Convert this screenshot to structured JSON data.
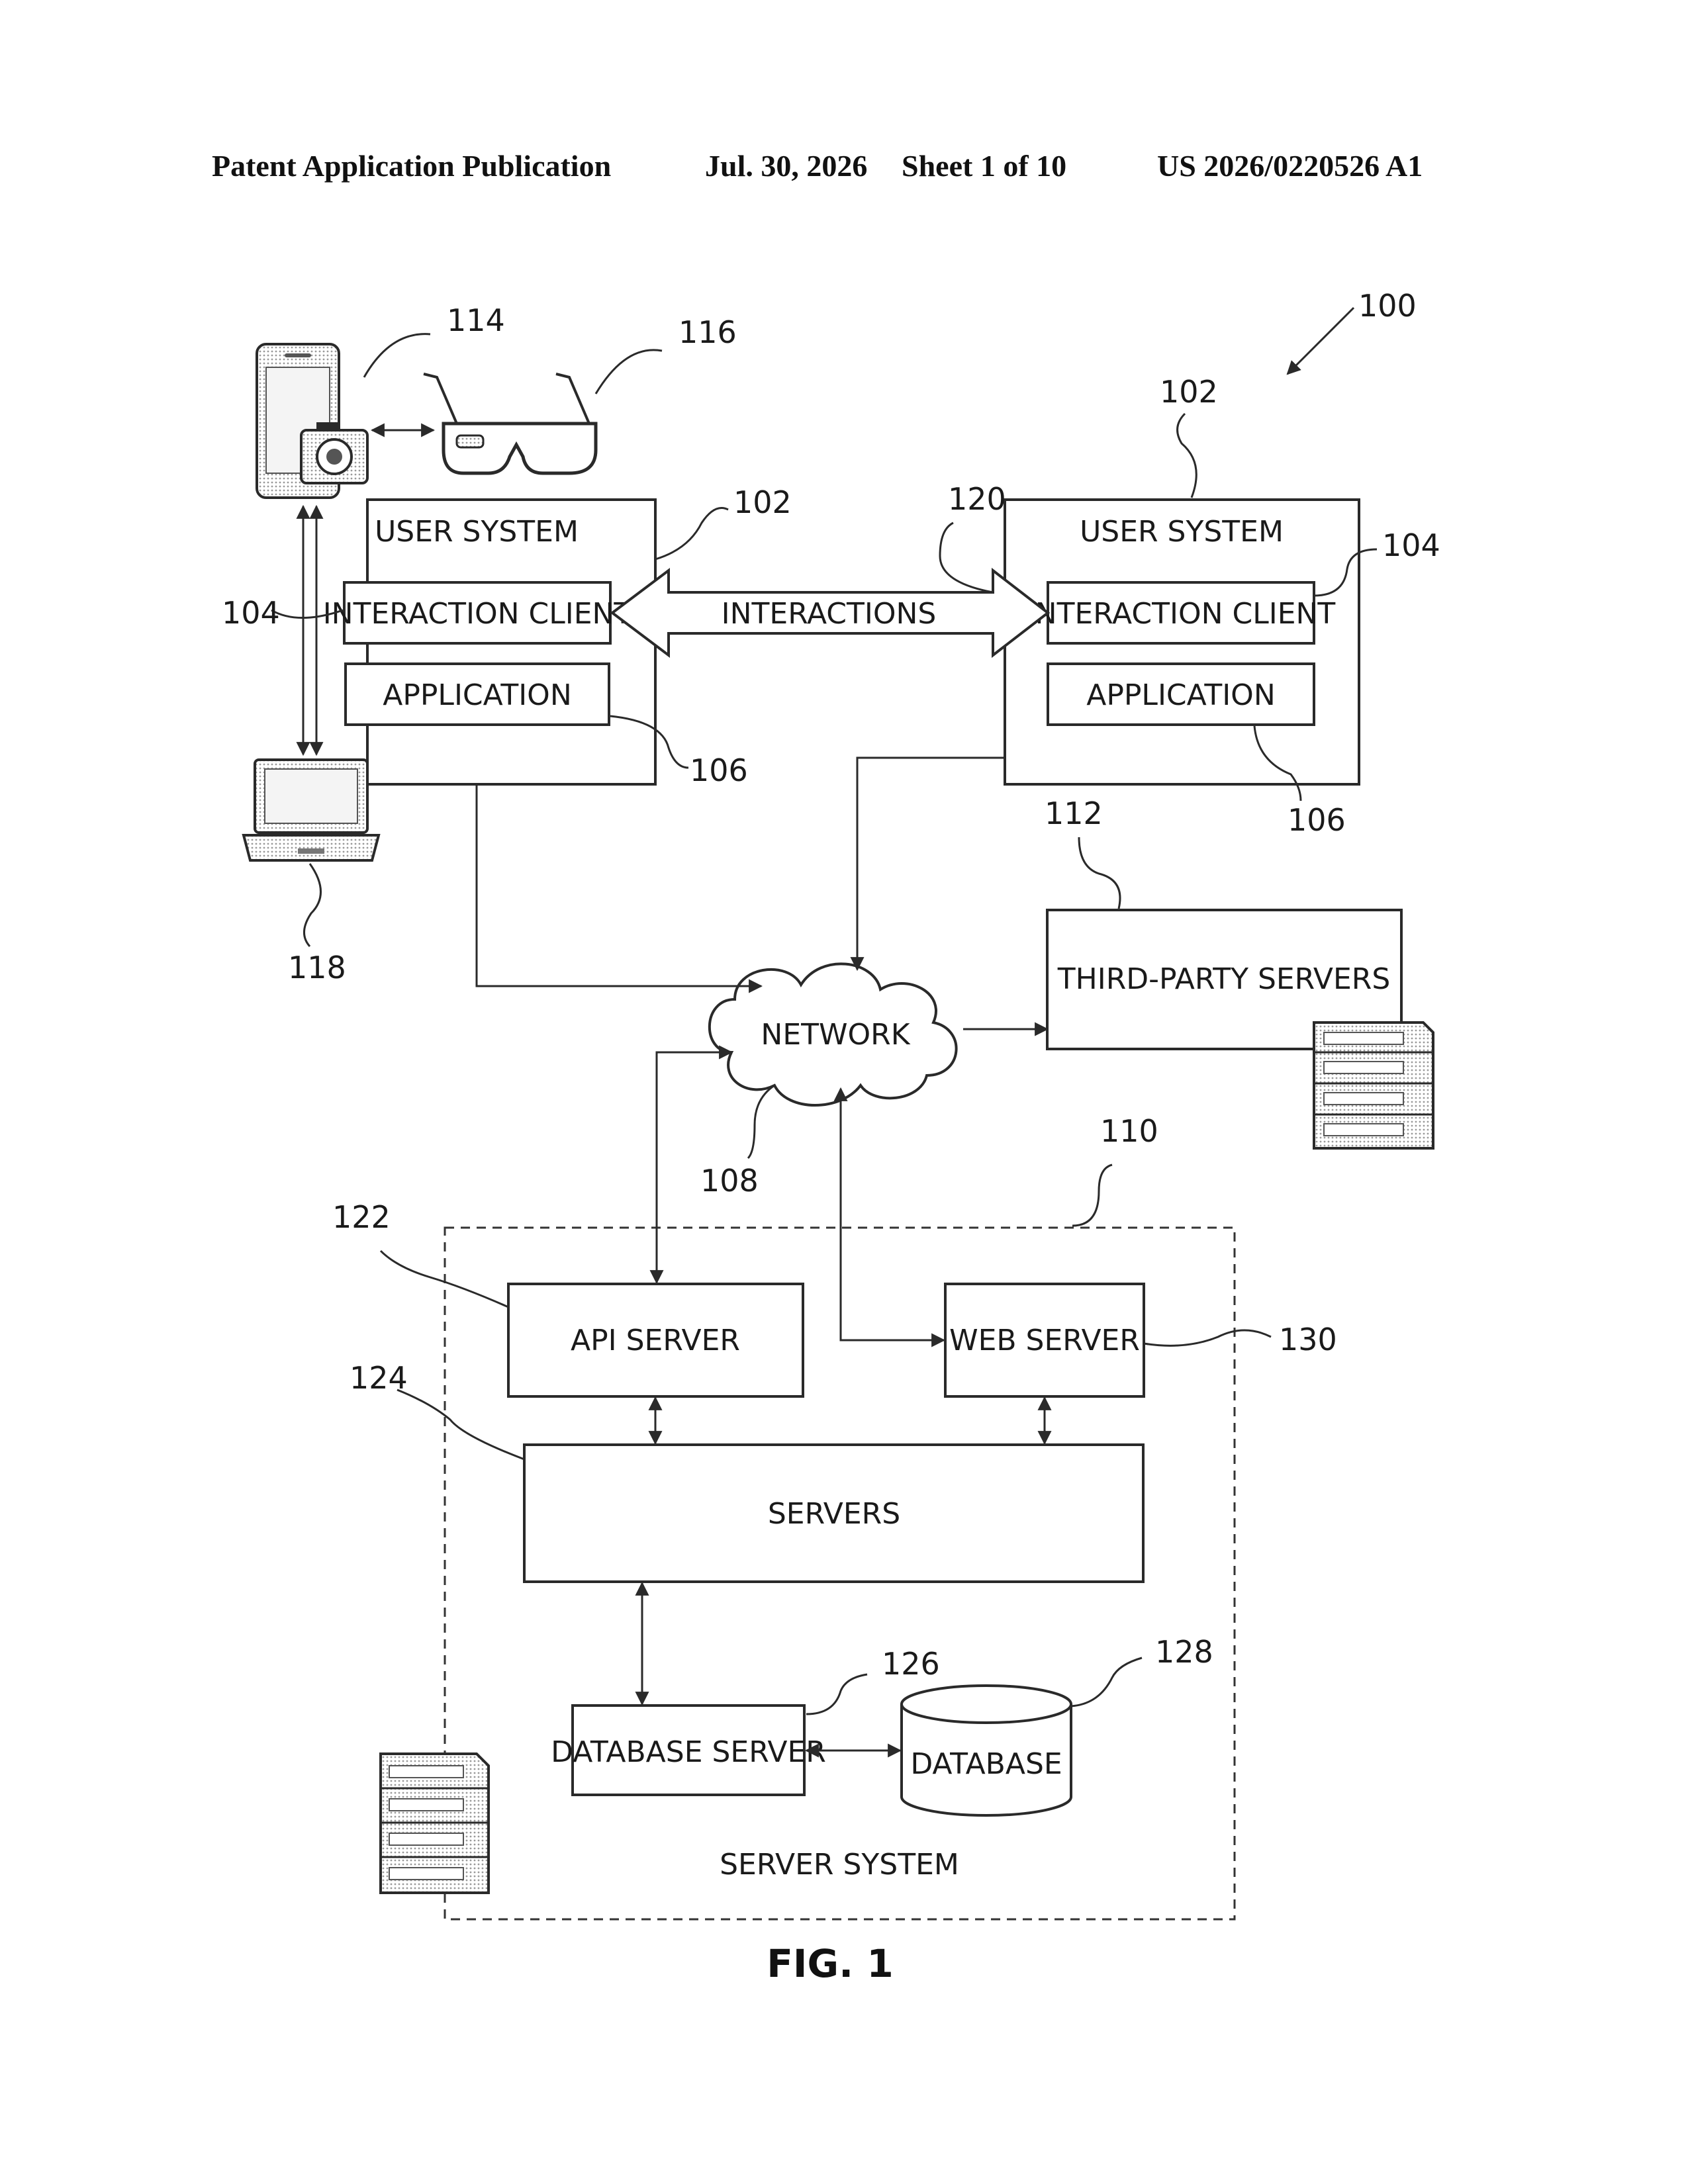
{
  "header": {
    "publication": "Patent Application Publication",
    "date": "Jul. 30, 2026",
    "sheet": "Sheet 1 of 10",
    "number": "US 2026/0220526 A1"
  },
  "figure": {
    "caption": "FIG. 1"
  },
  "labels": {
    "user_system_left": "USER SYSTEM",
    "interaction_client_left": "INTERACTION CLIENT",
    "application_left": "APPLICATION",
    "user_system_right": "USER SYSTEM",
    "interaction_client_right": "INTERACTION CLIENT",
    "application_right": "APPLICATION",
    "interactions": "INTERACTIONS",
    "network": "NETWORK",
    "third_party_servers": "THIRD-PARTY SERVERS",
    "api_server": "API SERVER",
    "web_server": "WEB SERVER",
    "servers": "SERVERS",
    "database_server": "DATABASE SERVER",
    "database": "DATABASE",
    "server_system": "SERVER SYSTEM"
  },
  "refs": {
    "r100": "100",
    "r102_left": "102",
    "r102_right": "102",
    "r104_left": "104",
    "r104_right": "104",
    "r106_left": "106",
    "r106_right": "106",
    "r108": "108",
    "r110": "110",
    "r112": "112",
    "r114": "114",
    "r116": "116",
    "r118": "118",
    "r120": "120",
    "r122": "122",
    "r124": "124",
    "r126": "126",
    "r128": "128",
    "r130": "130"
  },
  "icons": {
    "phone": "smartphone-icon",
    "camera": "camera-icon",
    "glasses": "smart-glasses-icon",
    "laptop": "laptop-icon",
    "server_rack": "server-rack-icon"
  }
}
